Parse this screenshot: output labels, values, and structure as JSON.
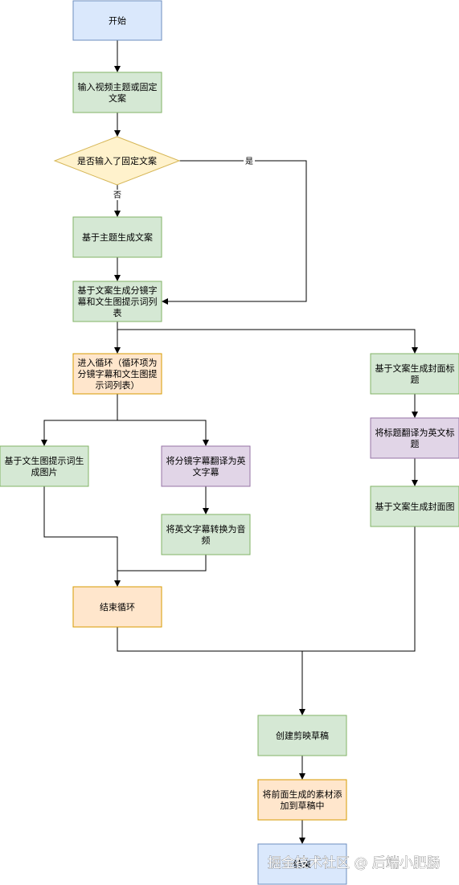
{
  "colors": {
    "blue_fill": "#dae8fc",
    "blue_stroke": "#6c8ebf",
    "green_fill": "#d5e8d4",
    "green_stroke": "#82b366",
    "orange_fill": "#ffe6cc",
    "orange_stroke": "#d79b00",
    "purple_fill": "#e1d5e7",
    "purple_stroke": "#9673a6",
    "yellow_fill": "#fff2cc",
    "yellow_stroke": "#d6b656",
    "edge": "#000000"
  },
  "nodes": {
    "start": [
      "开始"
    ],
    "input_topic": [
      "输入视频主题或固定",
      "文案"
    ],
    "decision_fixed": [
      "是否输入了固定文案"
    ],
    "gen_script": [
      "基于主题生成文案"
    ],
    "gen_lists": [
      "基于文案生成分镜字",
      "幕和文生图提示词列",
      "表"
    ],
    "enter_loop": [
      "进入循环（循环项为",
      "分镜字幕和文生图提",
      "示词列表）"
    ],
    "gen_image": [
      "基于文生图提示词生",
      "成图片"
    ],
    "translate_subtitle": [
      "将分镜字幕翻译为英",
      "文字幕"
    ],
    "subtitle_audio": [
      "将英文字幕转换为音",
      "频"
    ],
    "end_loop": [
      "结束循环"
    ],
    "gen_cover_title": [
      "基于文案生成封面标",
      "题"
    ],
    "translate_title": [
      "将标题翻译为英文标",
      "题"
    ],
    "gen_cover_image": [
      "基于文案生成封面图"
    ],
    "create_draft": [
      "创建剪映草稿"
    ],
    "add_materials": [
      "将前面生成的素材添",
      "加到草稿中"
    ],
    "end": [
      "结束"
    ]
  },
  "edge_labels": {
    "yes": "是",
    "no": "否"
  },
  "watermark": "掘金技术社区 @ 后端小肥肠"
}
